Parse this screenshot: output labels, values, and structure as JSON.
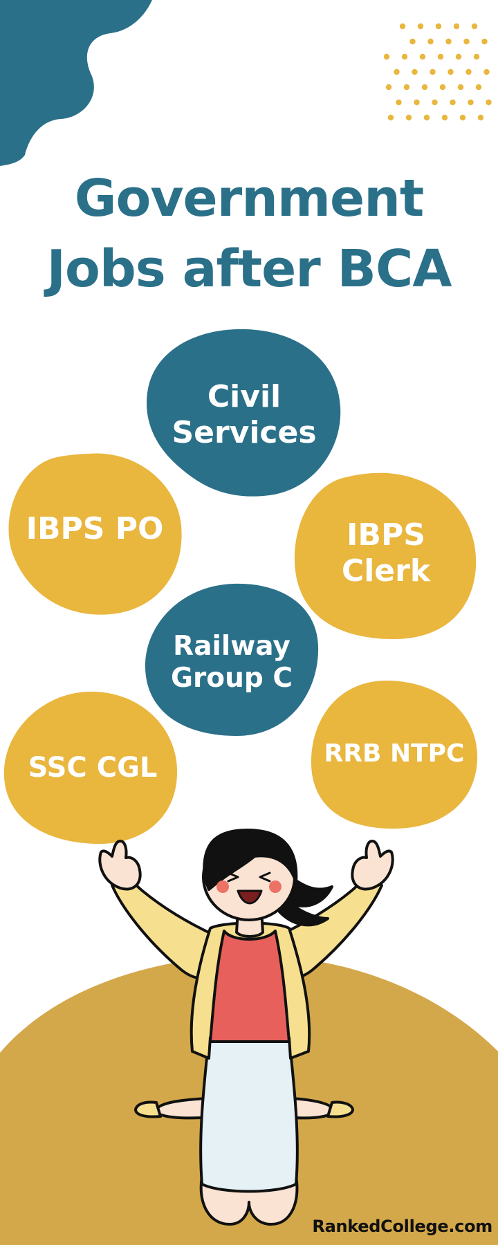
{
  "colors": {
    "teal": "#2b7089",
    "yellow": "#e9b63e",
    "ground": "#d3a84a",
    "skin": "#fae3d3",
    "jacket": "#f6df8f",
    "top": "#e7605c",
    "skirt": "#e5f1f5",
    "hair": "#111111",
    "cheek": "#ec7265"
  },
  "title": {
    "line1": "Government",
    "line2": "Jobs after BCA"
  },
  "jobs": {
    "civil_services": {
      "line1": "Civil",
      "line2": "Services"
    },
    "ibps_po": {
      "line1": "IBPS PO"
    },
    "ibps_clerk": {
      "line1": "IBPS",
      "line2": "Clerk"
    },
    "railway_group_c": {
      "line1": "Railway",
      "line2": "Group C"
    },
    "ssc_cgl": {
      "line1": "SSC CGL"
    },
    "rrb_ntpc": {
      "line1": "RRB NTPC"
    }
  },
  "brand": "RankedCollege.com",
  "icons": {
    "corner_shape": "wave-corner-shape",
    "dots": "dot-pattern",
    "person": "jumping-woman-illustration"
  }
}
